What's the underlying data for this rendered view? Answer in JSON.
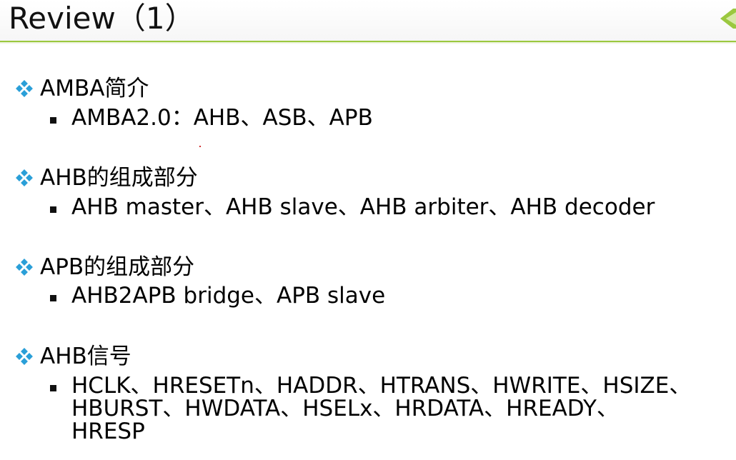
{
  "slide": {
    "title": "Review（1）",
    "accent_color": "#9bc83f",
    "bullet_color": "#2a9fd8",
    "sections": [
      {
        "heading": "AMBA简介",
        "items": [
          "AMBA2.0：AHB、ASB、APB"
        ]
      },
      {
        "heading": "AHB的组成部分",
        "items": [
          "AHB master、AHB slave、AHB arbiter、AHB decoder"
        ]
      },
      {
        "heading": "APB的组成部分",
        "items": [
          "AHB2APB bridge、APB slave"
        ]
      },
      {
        "heading": "AHB信号",
        "items": [
          "HCLK、HRESETn、HADDR、HTRANS、HWRITE、HSIZE、\nHBURST、HWDATA、HSELx、HRDATA、HREADY、\nHRESP"
        ]
      }
    ]
  }
}
